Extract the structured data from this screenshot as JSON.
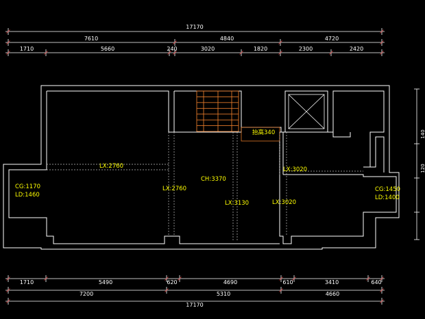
{
  "colors": {
    "background": "#000000",
    "wall": "#ffffff",
    "dim_line": "#ffffff",
    "dim_tick": "#e03a3a",
    "annotation": "#ffff00",
    "stair": "#e0782a",
    "dashed": "#bfbfbf"
  },
  "top_dimensions": {
    "row1": "17170",
    "row2": [
      "7610",
      "4840",
      "4720"
    ],
    "row3": [
      "1710",
      "5660",
      "240",
      "3020",
      "1820",
      "2300",
      "2420"
    ]
  },
  "bottom_dimensions": {
    "row1": [
      "1710",
      "5490",
      "620",
      "4690",
      "610",
      "3410",
      "640"
    ],
    "row2": [
      "7200",
      "5310",
      "4660"
    ],
    "row3": "17170"
  },
  "right_dimensions": [
    "140",
    "120"
  ],
  "annotations": {
    "cg_left": "CG:1170",
    "ld_left": "LD:1460",
    "lx_left_room": "LX:2760",
    "lx_center_left": "LX:2760",
    "ch_center": "CH:3370",
    "lx_center": "LX:3130",
    "lx_right_mid": "LX:3020",
    "lx_right_top": "LX:3020",
    "beam": "抬高340",
    "cg_right": "CG:1450",
    "ld_right": "LD:1400"
  }
}
